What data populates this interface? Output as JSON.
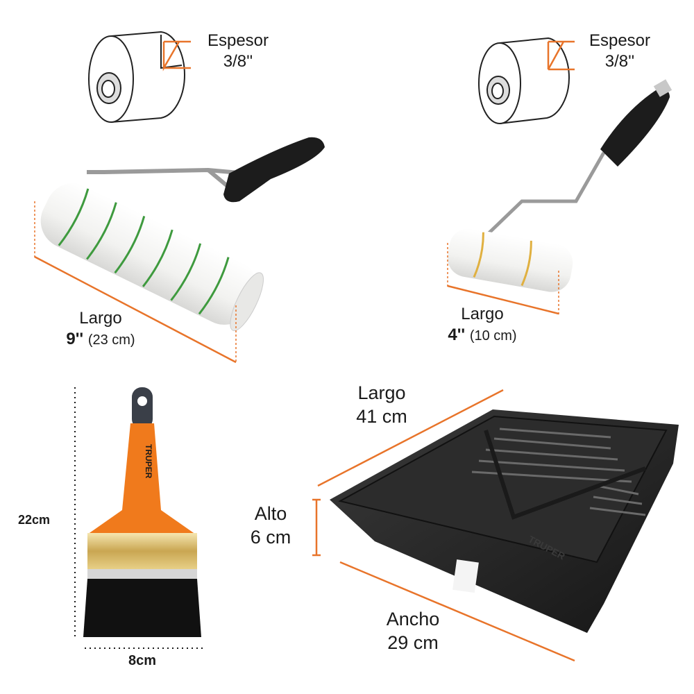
{
  "roller_large": {
    "thickness_label": "Espesor",
    "thickness_value": "3/8''",
    "length_label": "Largo",
    "length_value_in": "9''",
    "length_value_cm": "(23 cm)"
  },
  "roller_small": {
    "thickness_label": "Espesor",
    "thickness_value": "3/8''",
    "length_label": "Largo",
    "length_value_in": "4''",
    "length_value_cm": "(10 cm)"
  },
  "brush": {
    "height_value": "22cm",
    "width_value": "8cm",
    "brand": "TRUPER"
  },
  "tray": {
    "length_label": "Largo",
    "length_value": "41 cm",
    "height_label": "Alto",
    "height_value": "6 cm",
    "width_label": "Ancho",
    "width_value": "29 cm",
    "brand": "TRUPER"
  },
  "colors": {
    "dimension_line": "#e8742a",
    "brush_handle": "#f07a1c",
    "handle_black": "#1c1c1c",
    "tray": "#262626",
    "stripe_green": "#3e9a3e",
    "stripe_yellow": "#e0b040"
  }
}
